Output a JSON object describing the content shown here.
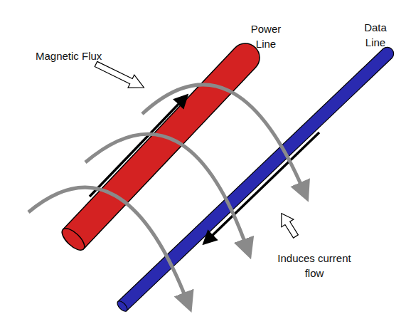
{
  "diagram": {
    "labels": [
      "Magnetic Flux",
      "Power Line",
      "Data Line",
      "Induces current flow"
    ]
  }
}
